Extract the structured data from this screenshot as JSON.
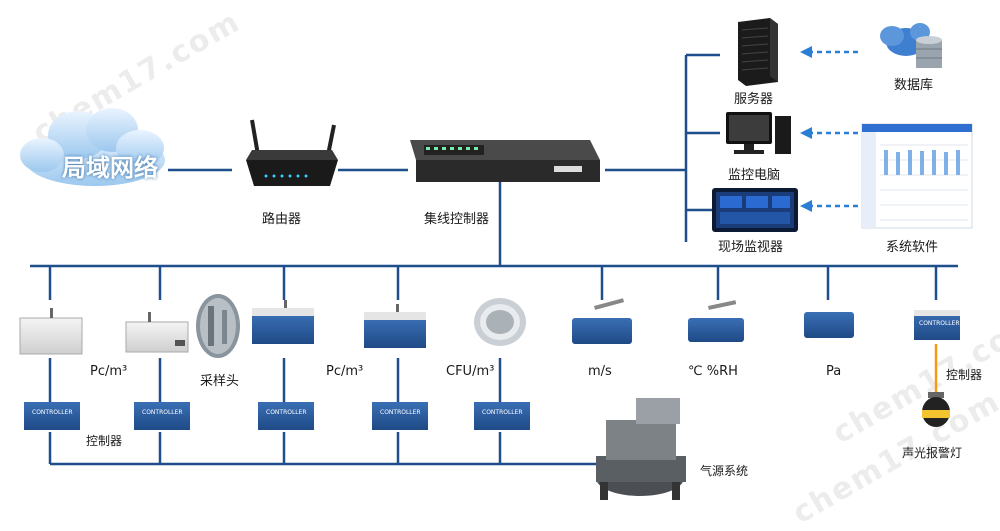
{
  "nodes": {
    "lan": "局域网络",
    "router": "路由器",
    "switch": "集线控制器",
    "server": "服务器",
    "monitor_pc": "监控电脑",
    "field_monitor": "现场监视器",
    "database": "数据库",
    "software": "系统软件",
    "sampling_head": "采样头",
    "air_system": "气源系统",
    "controller_left": "控制器",
    "controller_right": "控制器",
    "alarm_light": "声光报警灯"
  },
  "units": {
    "pc1": "Pc/m³",
    "pc2": "Pc/m³",
    "cfu": "CFU/m³",
    "velocity": "m/s",
    "temp_hum": "℃  %RH",
    "pressure": "Pa"
  },
  "device_text": {
    "controller_badge": "CONTROLLER"
  },
  "watermark": "chem17.com",
  "colors": {
    "line": "#1f4e8c",
    "dash": "#2a7fd4",
    "orange": "#f39c12",
    "panel_blue": "#2c5fa0"
  }
}
